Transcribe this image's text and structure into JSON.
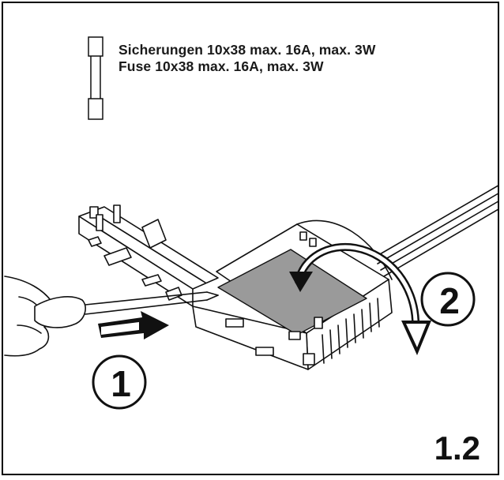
{
  "fuse_label": {
    "line_de": "Sicherungen 10x38 max. 16A, max. 3W",
    "line_en": "Fuse 10x38 max. 16A, max. 3W"
  },
  "steps": [
    {
      "number": "1",
      "action": "push"
    },
    {
      "number": "2",
      "action": "rotate"
    }
  ],
  "figure_label": "1.2",
  "icons": [
    "fuse-icon",
    "hand-icon",
    "screwdriver-icon",
    "push-arrow-icon",
    "rotate-arrow-icon",
    "device-icon",
    "cable-icon"
  ],
  "colors": {
    "ink": "#111111",
    "label_gray": "#9a9a9a",
    "background": "#ffffff"
  }
}
